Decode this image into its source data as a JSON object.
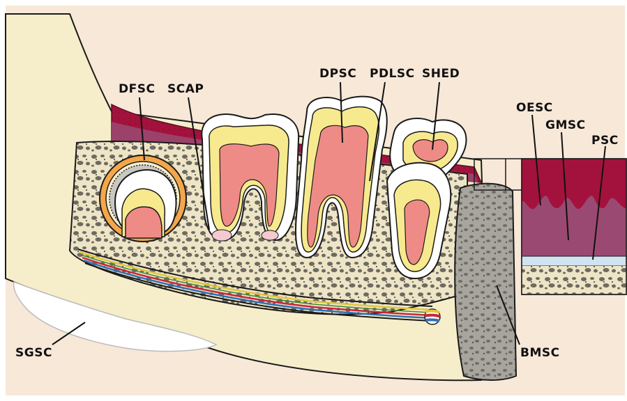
{
  "labels": {
    "dfsc": "DFSC",
    "scap": "SCAP",
    "dpsc": "DPSC",
    "pdlsc": "PDLSC",
    "shed": "SHED",
    "oesc": "OESC",
    "gmsc": "GMSC",
    "psc": "PSC",
    "sgsc": "SGSC",
    "bmsc": "BMSC"
  },
  "colors": {
    "background": "#f7e8d8",
    "jaw": "#f6eecb",
    "gingiva_dark": "#a3123d",
    "gingiva_mid": "#9a4a72",
    "bone": "#ede5c6",
    "bone_spots": "#6e6a62",
    "enamel": "#ffffff",
    "dentin": "#f7e98e",
    "pulp": "#ef8b86",
    "follicle": "#f4a64a",
    "bone_marrow": "#9a9890",
    "periosteum": "#cfe3f3",
    "nerve_red": "#c9263a",
    "nerve_blue": "#2f6fb5",
    "nerve_yellow": "#e2c540",
    "salivary_gland": "#ffffff"
  }
}
